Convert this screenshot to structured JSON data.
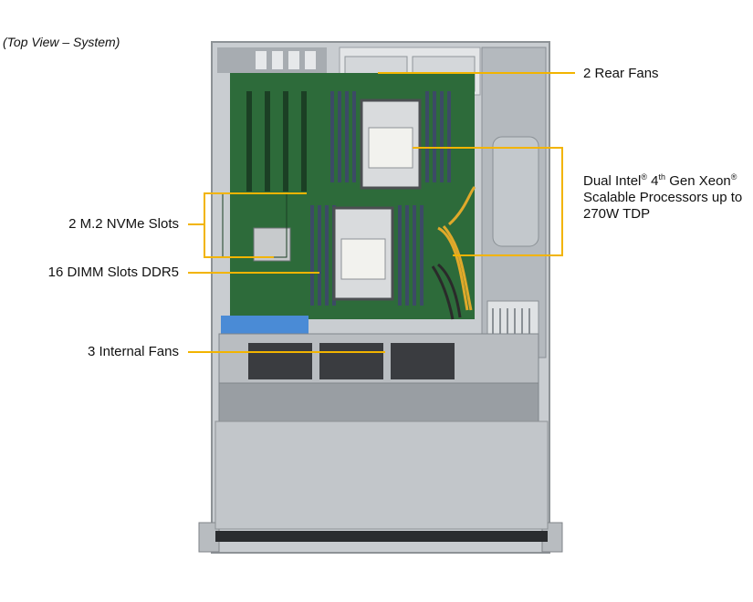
{
  "caption": "(Top View – System)",
  "callouts": {
    "rear_fans": "2 Rear Fans",
    "nvme": "2 M.2 NVMe Slots",
    "dimm": "16 DIMM Slots DDR5",
    "internal_fans": "3 Internal  Fans",
    "cpu": {
      "line1_a": "Dual Intel",
      "reg1": "®",
      "line1_b": " 4",
      "th": "th",
      "line1_c": " Gen Xeon",
      "reg2": "®",
      "line2": "Scalable Processors up to",
      "line3": "270W TDP"
    }
  },
  "colors": {
    "callout_line": "#f2b400",
    "pcb": "#2d6b3a",
    "chassis": "#c9cdd1",
    "dimm": "#3c4a66"
  }
}
